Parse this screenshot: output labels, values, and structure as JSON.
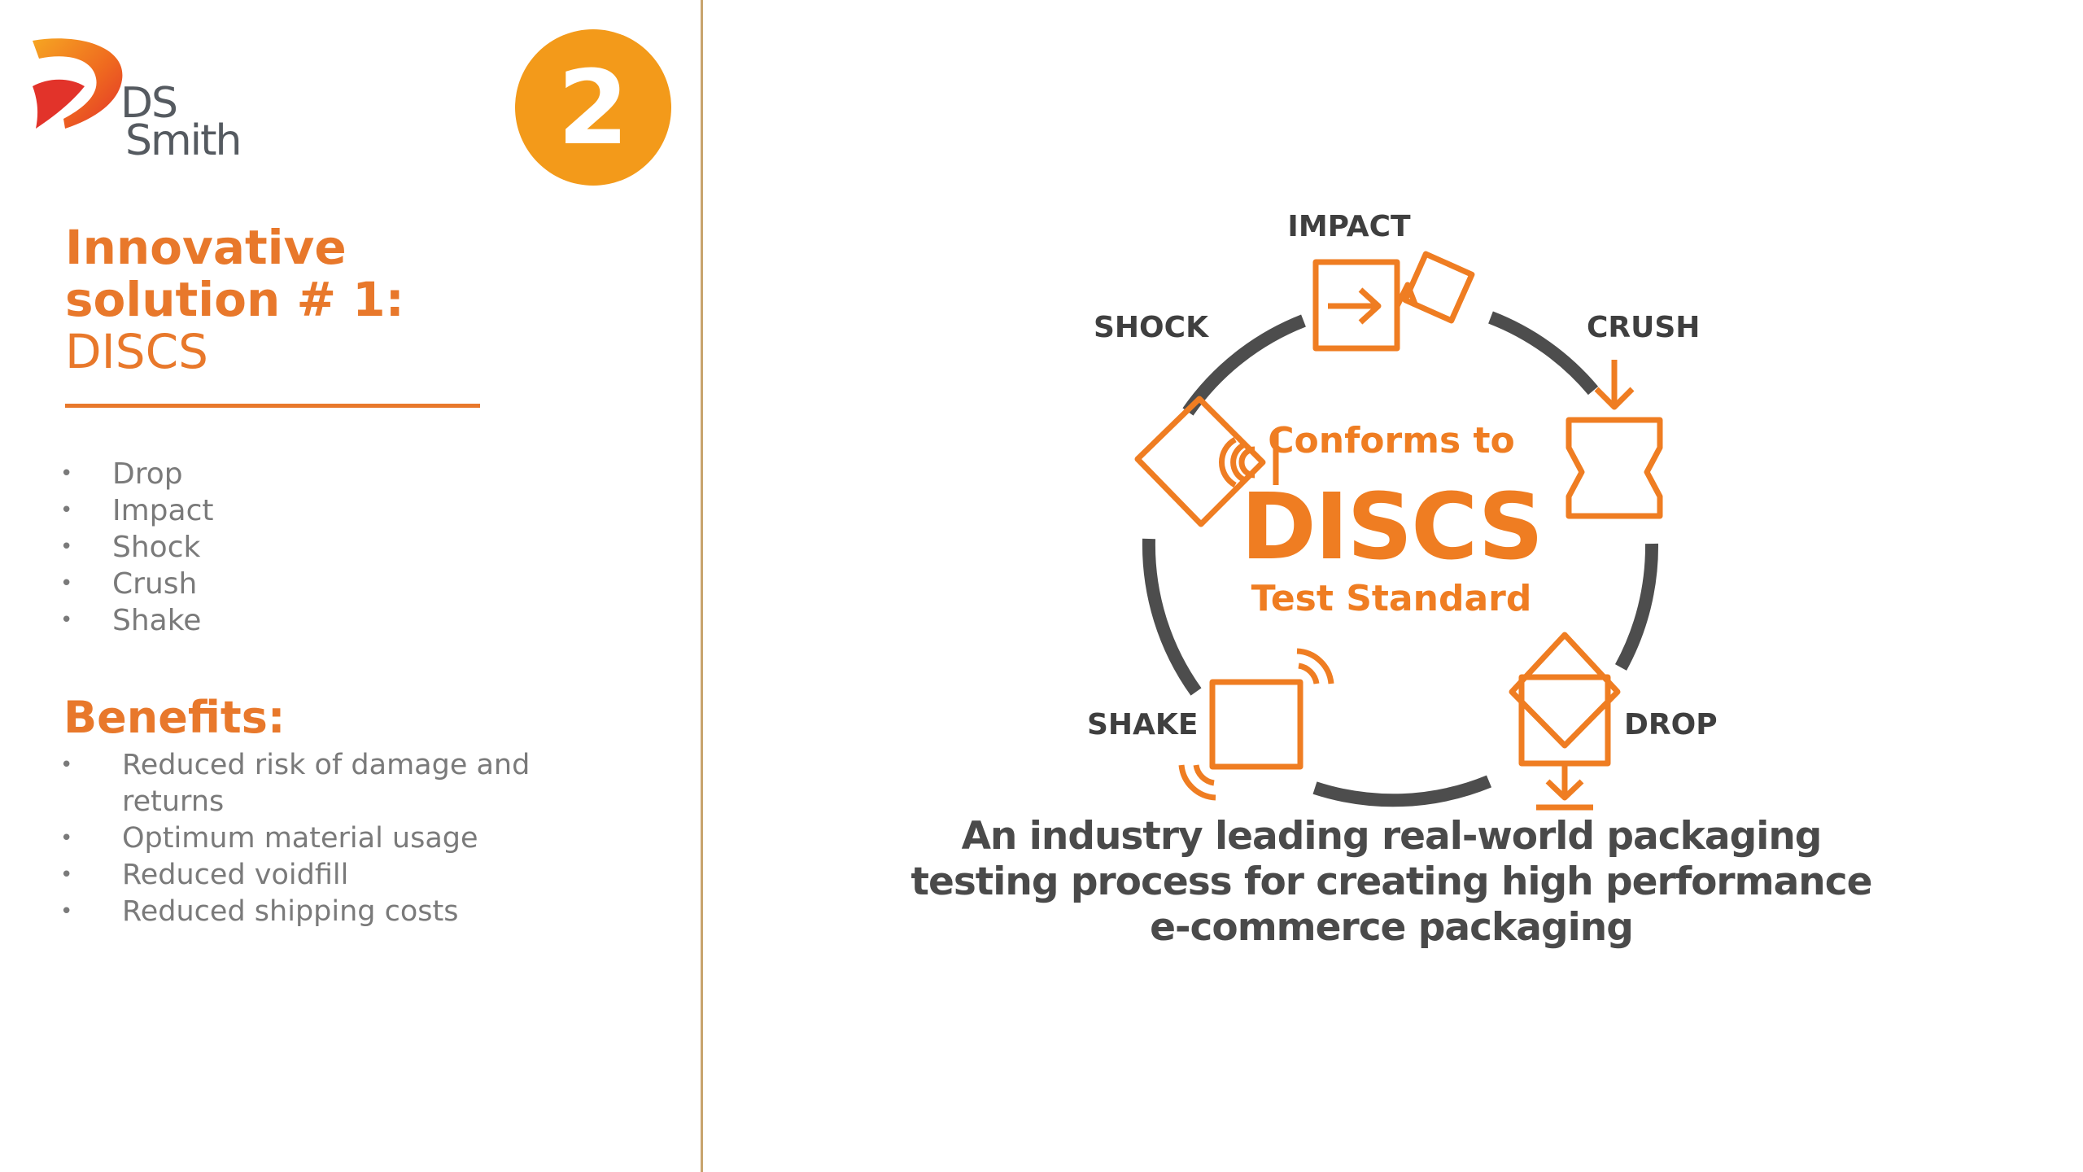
{
  "brand": {
    "logo_line1": "DS",
    "logo_line2": "Smith",
    "accent": "#e8782b",
    "badge_color": "#f39a1a"
  },
  "badge": {
    "number": "2"
  },
  "heading": {
    "line1": "Innovative",
    "line2": "solution # 1:",
    "line3": "DISCS"
  },
  "tests": [
    "Drop",
    "Impact",
    "Shock",
    "Crush",
    "Shake"
  ],
  "benefits": {
    "title": "Benefits:",
    "items": [
      "Reduced risk of damage and returns",
      "Optimum material usage",
      "Reduced voidfill",
      "Reduced shipping costs"
    ]
  },
  "diagram": {
    "label_impact": "IMPACT",
    "label_crush": "CRUSH",
    "label_shock": "SHOCK",
    "label_shake": "SHAKE",
    "label_drop": "DROP",
    "center_top": "Conforms to",
    "center_main": "DISCS",
    "center_bottom": "Test Standard"
  },
  "tagline": {
    "line1": "An industry leading real-world packaging",
    "line2": "testing process for creating high performance",
    "line3": "e-commerce packaging"
  }
}
